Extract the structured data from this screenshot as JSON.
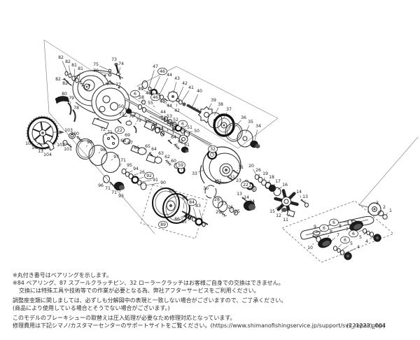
{
  "document": {
    "code": "(221223)_004"
  },
  "notes": {
    "l1": "※丸付き番号はベアリングを示します。",
    "l2": "※84 ベアリング、87 スプールクラッチピン、32 ローラークラッチはお客様ご自身での交換はできません。",
    "l3": "交換には特殊工具や技術等での作業が必要となる為、弊社アフターサービスをご利用ください。",
    "l4": "調整座金類に関しましては、必ずしも分解図中の表現と一致しない場合がございますので、ご了承ください。",
    "l5": "(商品により使用している場合とそうでない場合がございます。)",
    "l6": "このモデルのブレーキシューの取替えは圧入処理が必要なため修理対応となっています。",
    "l7": "修理費用は下記シマノ/カスタマーセンターのサポートサイトをご覧ください。(https://www.shimanofishingservice.jp/support/svs_repair.php)"
  },
  "diagram": {
    "circled_numbers_meaning": "bearing",
    "labels": [
      [
        "82",
        87,
        82,
        0,
        96,
        104
      ],
      [
        "82",
        97,
        88,
        0,
        101,
        107
      ],
      [
        "81",
        106,
        93,
        0,
        107,
        110
      ],
      [
        "81",
        115,
        98,
        0,
        113,
        114
      ],
      [
        "82",
        83,
        113,
        0,
        92,
        114
      ],
      [
        "82",
        93,
        119,
        0,
        99,
        120
      ],
      [
        "73",
        163,
        85,
        0,
        166,
        92
      ],
      [
        "74",
        173,
        91,
        0,
        170,
        104
      ],
      [
        "75",
        137,
        92,
        0,
        155,
        100
      ],
      [
        "76",
        137,
        101,
        0,
        155,
        106
      ],
      [
        "77",
        169,
        121,
        0,
        162,
        119
      ],
      [
        "80",
        92,
        134,
        0,
        89,
        142
      ],
      [
        "79",
        102,
        140,
        0,
        100,
        149
      ],
      [
        "78",
        109,
        154,
        0,
        106,
        160
      ],
      [
        "47",
        222,
        95,
        0,
        212,
        127
      ],
      [
        "46",
        232,
        102,
        1,
        219,
        129
      ],
      [
        "44",
        242,
        107,
        0,
        228,
        135
      ],
      [
        "43",
        253,
        112,
        0,
        248,
        133
      ],
      [
        "42",
        264,
        119,
        0,
        254,
        142
      ],
      [
        "41",
        273,
        125,
        0,
        259,
        146
      ],
      [
        "40",
        285,
        130,
        0,
        275,
        152
      ],
      [
        "49",
        201,
        127,
        0,
        206,
        123
      ],
      [
        "48",
        212,
        133,
        0,
        214,
        129
      ],
      [
        "46",
        222,
        139,
        1,
        220,
        135
      ],
      [
        "45",
        232,
        145,
        0,
        227,
        138
      ],
      [
        "44",
        242,
        151,
        0,
        232,
        141
      ],
      [
        "42",
        253,
        158,
        0,
        252,
        148
      ],
      [
        "6",
        193,
        134,
        1,
        199,
        142
      ],
      [
        "58",
        202,
        139,
        0,
        205,
        146
      ],
      [
        "55",
        215,
        147,
        0,
        221,
        153
      ],
      [
        "50",
        173,
        152,
        0,
        181,
        156
      ],
      [
        "57",
        182,
        157,
        0,
        188,
        161
      ],
      [
        "39",
        305,
        143,
        0,
        297,
        157
      ],
      [
        "38",
        315,
        149,
        0,
        306,
        165
      ],
      [
        "37",
        327,
        156,
        0,
        319,
        170
      ],
      [
        "36",
        348,
        168,
        0,
        336,
        181
      ],
      [
        "35",
        358,
        174,
        0,
        351,
        190
      ],
      [
        "34",
        369,
        180,
        0,
        364,
        200
      ],
      [
        "44",
        233,
        160,
        0,
        236,
        167
      ],
      [
        "53",
        242,
        166,
        0,
        243,
        171
      ],
      [
        "52",
        251,
        171,
        0,
        249,
        175
      ],
      [
        "6",
        261,
        177,
        1,
        256,
        181
      ],
      [
        "51",
        271,
        182,
        0,
        262,
        185
      ],
      [
        "50",
        281,
        187,
        0,
        269,
        189
      ],
      [
        "56",
        211,
        174,
        0,
        218,
        179
      ],
      [
        "54",
        221,
        178,
        0,
        224,
        183
      ],
      [
        "44",
        230,
        184,
        0,
        231,
        188
      ],
      [
        "71",
        174,
        163,
        0,
        170,
        170
      ],
      [
        "70",
        188,
        166,
        0,
        185,
        173
      ],
      [
        "79",
        198,
        172,
        0,
        193,
        178
      ],
      [
        "72",
        147,
        185,
        0,
        153,
        194
      ],
      [
        "71",
        157,
        189,
        0,
        160,
        195
      ],
      [
        "22",
        171,
        186,
        1,
        173,
        193
      ],
      [
        "69",
        182,
        193,
        0,
        182,
        199
      ],
      [
        "68",
        176,
        201,
        0,
        180,
        204
      ],
      [
        "67",
        186,
        204,
        0,
        189,
        208
      ],
      [
        "66",
        195,
        211,
        0,
        198,
        214
      ],
      [
        "65",
        211,
        209,
        0,
        206,
        214
      ],
      [
        "64",
        220,
        213,
        0,
        215,
        218
      ],
      [
        "63",
        230,
        219,
        0,
        224,
        224
      ],
      [
        "64",
        248,
        196,
        0,
        242,
        201
      ],
      [
        "62",
        258,
        202,
        0,
        251,
        207
      ],
      [
        "61",
        267,
        207,
        0,
        264,
        212
      ],
      [
        "62",
        239,
        224,
        0,
        241,
        229
      ],
      [
        "60",
        248,
        230,
        0,
        251,
        235
      ],
      [
        "59",
        258,
        236,
        1,
        259,
        241
      ],
      [
        "103",
        98,
        186,
        0,
        102,
        191
      ],
      [
        "100",
        107,
        191,
        0,
        110,
        195
      ],
      [
        "102",
        87,
        207,
        0,
        92,
        205
      ],
      [
        "101",
        97,
        213,
        0,
        99,
        209
      ],
      [
        "105",
        42,
        205,
        0,
        49,
        199
      ],
      [
        "14",
        49,
        211,
        0,
        55,
        205
      ],
      [
        "13",
        58,
        216,
        0,
        62,
        210
      ],
      [
        "104",
        68,
        221,
        0,
        71,
        212
      ],
      [
        "99",
        128,
        203,
        0,
        123,
        210
      ],
      [
        "98",
        147,
        214,
        0,
        141,
        219
      ],
      [
        "97",
        166,
        224,
        0,
        159,
        229
      ],
      [
        "71",
        176,
        229,
        0,
        171,
        238
      ],
      [
        "95",
        185,
        236,
        0,
        179,
        243
      ],
      [
        "94",
        194,
        241,
        0,
        184,
        247
      ],
      [
        "26",
        203,
        246,
        0,
        189,
        251
      ],
      [
        "92",
        213,
        251,
        1,
        196,
        256
      ],
      [
        "91",
        222,
        257,
        0,
        201,
        260
      ],
      [
        "90",
        233,
        261,
        0,
        207,
        265
      ],
      [
        "96",
        144,
        265,
        0,
        150,
        259
      ],
      [
        "71",
        154,
        269,
        0,
        158,
        263
      ],
      [
        "71",
        163,
        275,
        0,
        164,
        268
      ],
      [
        "93",
        173,
        280,
        0,
        171,
        271
      ],
      [
        "88",
        245,
        273,
        0,
        242,
        282
      ],
      [
        "87",
        264,
        283,
        0,
        262,
        298
      ],
      [
        "84",
        274,
        289,
        1,
        281,
        313
      ],
      [
        "83",
        283,
        294,
        0,
        290,
        318
      ],
      [
        "86",
        253,
        313,
        0,
        266,
        307
      ],
      [
        "85",
        263,
        317,
        0,
        274,
        313
      ],
      [
        "89",
        233,
        321,
        1,
        null,
        null
      ],
      [
        "32",
        304,
        213,
        1,
        304,
        219
      ],
      [
        "33",
        278,
        248,
        0,
        291,
        243
      ],
      [
        "31",
        344,
        239,
        0,
        338,
        245
      ],
      [
        "31",
        332,
        253,
        0,
        329,
        256
      ],
      [
        "31",
        313,
        259,
        0,
        311,
        261
      ],
      [
        "30",
        294,
        269,
        0,
        299,
        272
      ],
      [
        "28",
        310,
        285,
        0,
        311,
        288
      ],
      [
        "27",
        320,
        291,
        0,
        318,
        293
      ],
      [
        "26",
        329,
        296,
        0,
        331,
        299
      ],
      [
        "29",
        312,
        303,
        0,
        317,
        305
      ],
      [
        "25",
        339,
        302,
        0,
        337,
        304
      ],
      [
        "23",
        341,
        258,
        0,
        349,
        261
      ],
      [
        "22",
        351,
        264,
        1,
        355,
        266
      ],
      [
        "21",
        361,
        269,
        0,
        362,
        271
      ],
      [
        "24",
        360,
        288,
        0,
        357,
        292
      ],
      [
        "13",
        342,
        277,
        0,
        346,
        282
      ],
      [
        "14",
        352,
        282,
        0,
        348,
        284
      ],
      [
        "20",
        359,
        237,
        0,
        366,
        250
      ],
      [
        "26",
        369,
        243,
        0,
        371,
        254
      ],
      [
        "19",
        379,
        248,
        0,
        377,
        258
      ],
      [
        "18",
        388,
        253,
        0,
        383,
        262
      ],
      [
        "17",
        397,
        259,
        0,
        390,
        266
      ],
      [
        "16",
        407,
        264,
        0,
        397,
        271
      ],
      [
        "15",
        389,
        302,
        0,
        398,
        295
      ],
      [
        "12",
        398,
        308,
        0,
        404,
        302
      ],
      [
        "11",
        408,
        314,
        0,
        414,
        306
      ],
      [
        "14",
        427,
        274,
        0,
        430,
        283
      ],
      [
        "13",
        436,
        281,
        0,
        436,
        288
      ],
      [
        "3",
        539,
        290,
        0,
        536,
        295
      ],
      [
        "2",
        549,
        296,
        0,
        545,
        302
      ],
      [
        "1",
        558,
        301,
        0,
        551,
        307
      ],
      [
        "9",
        450,
        324,
        0,
        453,
        333
      ],
      [
        "6",
        463,
        326,
        1,
        462,
        336
      ],
      [
        "8",
        473,
        331,
        0,
        468,
        340
      ],
      [
        "7",
        483,
        336,
        0,
        473,
        345
      ],
      [
        "6",
        477,
        318,
        1,
        497,
        317
      ],
      [
        "8",
        486,
        323,
        0,
        501,
        320
      ],
      [
        "7",
        496,
        328,
        0,
        505,
        323
      ],
      [
        "6",
        505,
        334,
        1,
        518,
        329
      ],
      [
        "5",
        515,
        339,
        0,
        524,
        332
      ],
      [
        "4",
        524,
        345,
        0,
        534,
        338
      ],
      [
        "6",
        493,
        343,
        1,
        483,
        354
      ],
      [
        "5",
        502,
        348,
        0,
        488,
        358
      ],
      [
        "4",
        512,
        353,
        0,
        494,
        362
      ],
      [
        "10",
        443,
        354,
        0,
        448,
        348
      ]
    ]
  }
}
